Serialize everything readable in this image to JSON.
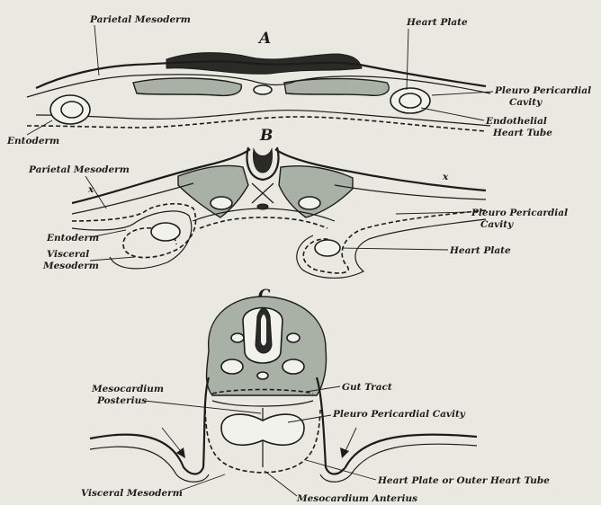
{
  "figure_A": {
    "panel_letter": "A",
    "labels": {
      "parietal_mesoderm": "Parietal Mesoderm",
      "heart_plate": "Heart Plate",
      "pleuro_pericardial_cavity_1": "Pleuro Pericardial",
      "pleuro_pericardial_cavity_2": "Cavity",
      "endothelial_heart_tube_1": "Endothelial",
      "endothelial_heart_tube_2": "Heart Tube",
      "entoderm": "Entoderm"
    }
  },
  "figure_B": {
    "panel_letter": "B",
    "labels": {
      "parietal_mesoderm": "Parietal Mesoderm",
      "x_left": "x",
      "x_right": "x",
      "pleuro_pericardial_cavity_1": "Pleuro Pericardial",
      "pleuro_pericardial_cavity_2": "Cavity",
      "entoderm": "Entoderm",
      "heart_plate": "Heart Plate",
      "visceral_mesoderm_1": "Visceral",
      "visceral_mesoderm_2": "Mesoderm"
    }
  },
  "figure_C": {
    "panel_letter": "C",
    "labels": {
      "mesocardium_posterius_1": "Mesocardium",
      "mesocardium_posterius_2": "Posterius",
      "gut_tract": "Gut Tract",
      "pleuro_pericardial_cavity": "Pleuro Pericardial Cavity",
      "heart_plate_outer_tube": "Heart Plate or Outer Heart Tube",
      "visceral_mesoderm": "Visceral Mesoderm",
      "mesocardium_anterius": "Mesocardium Anterius"
    }
  }
}
